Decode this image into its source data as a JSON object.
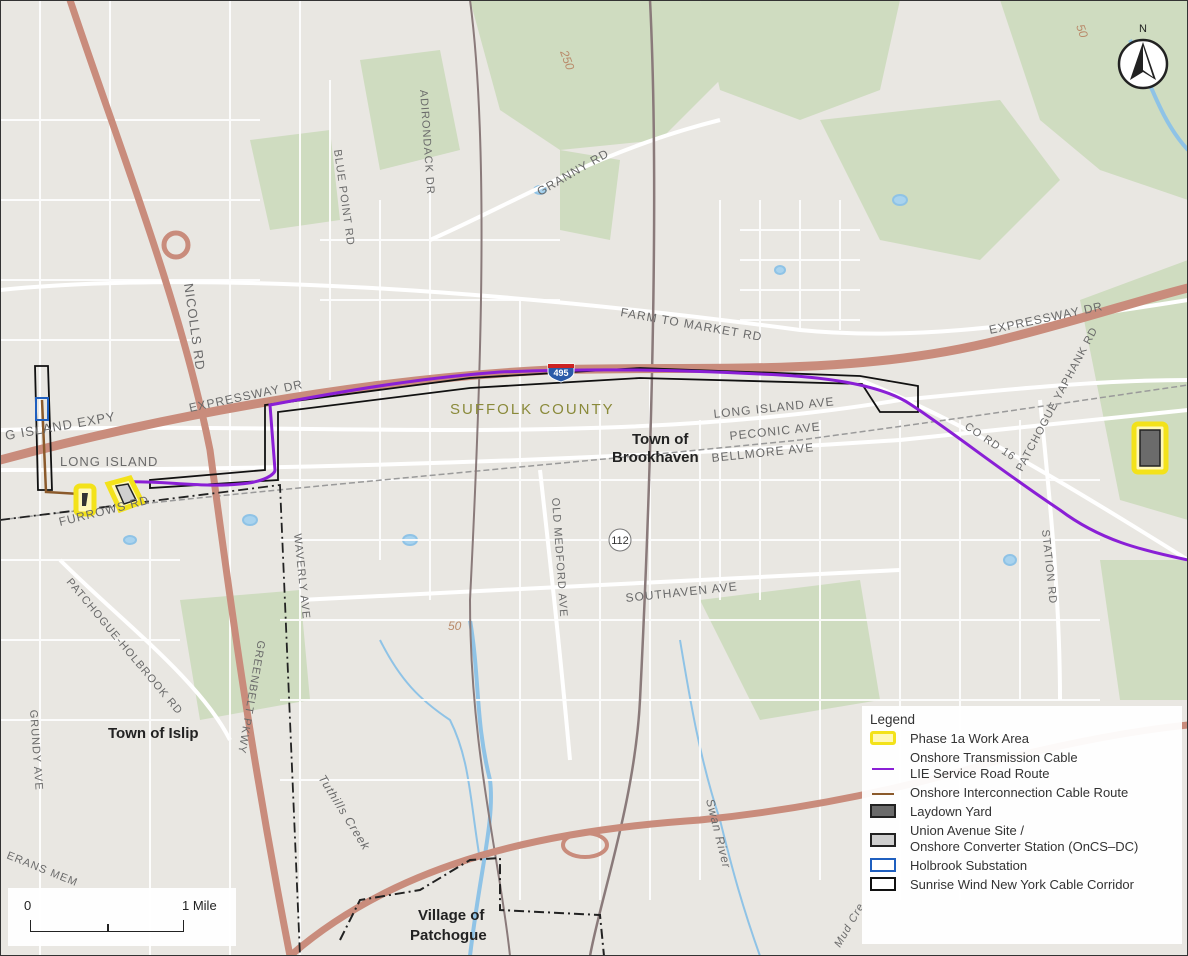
{
  "labels": {
    "roads": {
      "nicolls_rd": "NICOLLS RD",
      "blue_point_rd": "BLUE POINT RD",
      "adirondack_dr": "ADIRONDACK DR",
      "granny_rd": "GRANNY RD",
      "farm_to_market_rd": "FARM TO MARKET RD",
      "expressway_dr_east": "EXPRESSWAY DR",
      "expressway_dr_west": "EXPRESSWAY DR",
      "long_island_expy": "G ISLAND EXPY",
      "long_island_ave": "LONG ISLAND AVE",
      "peconic_ave": "PECONIC AVE",
      "bellmore_ave": "BELLMORE AVE",
      "co_rd_16": "CO RD 16",
      "patchogue_yaphank_rd": "PATCHOGUE YAPHANK RD",
      "furrows_rd": "FURROWS RD",
      "old_medford_ave": "OLD MEDFORD AVE",
      "southaven_ave": "SOUTHAVEN AVE",
      "station_rd": "STATION RD",
      "waverly_ave": "WAVERLY AVE",
      "patchogue_holbrook_rd": "PATCHOGUE-HOLBROOK RD",
      "greenbelt_pkwy": "GREENBELT PKWY",
      "grundy_ave": "GRUNDY AVE",
      "veterans_memorial": "ERANS MEM",
      "tuthills_creek": "Tuthills Creek",
      "swan_river": "Swan River",
      "mud_creek": "Mud Cre",
      "long_island": "LONG ISLAND"
    },
    "shields": {
      "i495": "495",
      "rt112": "112"
    },
    "contours": {
      "c250": "250",
      "c50a": "50",
      "c50b": "50"
    },
    "county": "SUFFOLK COUNTY",
    "places": {
      "brookhaven_line1": "Town of",
      "brookhaven_line2": "Brookhaven",
      "islip": "Town of Islip",
      "patchogue_line1": "Village of",
      "patchogue_line2": "Patchogue"
    }
  },
  "north_arrow": {
    "label": "N"
  },
  "scale_bar": {
    "start": "0",
    "end": "1 Mile"
  },
  "legend": {
    "title": "Legend",
    "items": [
      {
        "symbol": "yellow-outline",
        "text": "Phase 1a Work Area"
      },
      {
        "symbol": "purple-line",
        "text": "Onshore Transmission Cable",
        "text2": "LIE Service Road Route"
      },
      {
        "symbol": "brown-line",
        "text": "Onshore Interconnection Cable Route"
      },
      {
        "symbol": "dark-gray-box",
        "text": "Laydown Yard"
      },
      {
        "symbol": "light-gray-box",
        "text": "Union Avenue Site /",
        "text2": "Onshore Converter Station (OnCS–DC)"
      },
      {
        "symbol": "blue-box",
        "text": "Holbrook Substation"
      },
      {
        "symbol": "black-box",
        "text": "Sunrise Wind New York Cable Corridor"
      }
    ]
  },
  "colors": {
    "highway": "#c98c7c",
    "cable_route": "#8a1fd6",
    "interconnection": "#8b5a2b",
    "work_area": "#f3e21a",
    "substation": "#1f5fbf",
    "forest": "#cfdcc0",
    "water": "#a9d3ee"
  }
}
